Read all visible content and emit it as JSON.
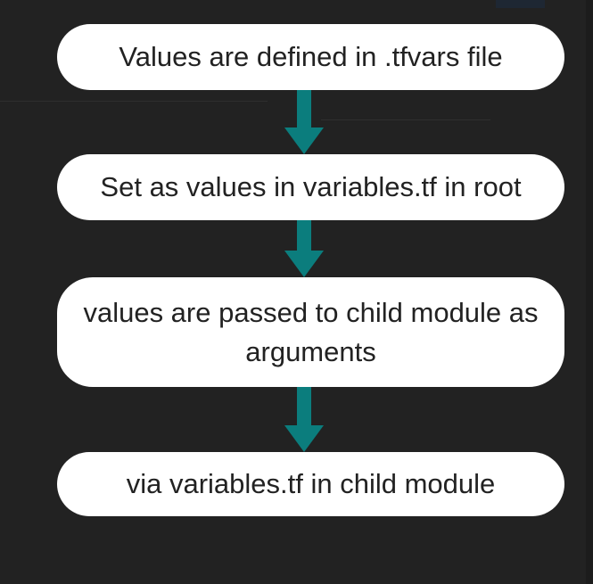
{
  "flow": {
    "steps": [
      {
        "label": "Values are defined in .tfvars file"
      },
      {
        "label": "Set as values in variables.tf in root"
      },
      {
        "label": "values are passed to child module as arguments"
      },
      {
        "label": "via variables.tf in child module"
      }
    ],
    "arrow_color": "#0b7d7d",
    "box_color": "#ffffff",
    "background_color": "#222222"
  }
}
